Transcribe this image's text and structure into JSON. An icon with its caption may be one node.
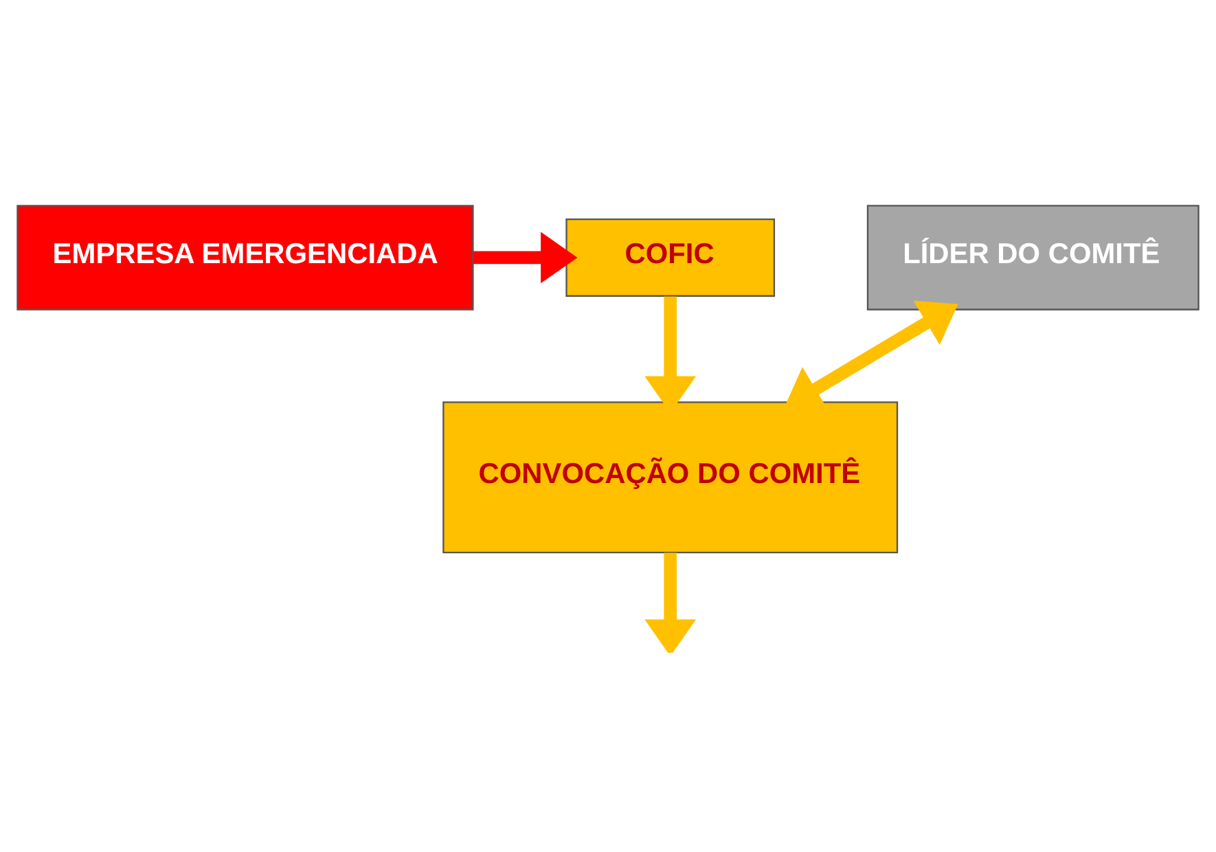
{
  "diagram": {
    "nodes": [
      {
        "text": [
          "EMPRESA EMERGENCIADA"
        ]
      },
      {
        "text": [
          "COFIC"
        ]
      },
      {
        "text": [
          "LÍDER DO COMITÊ"
        ]
      },
      {
        "text": [
          "CONVOCAÇÃO DO COMITÊ"
        ]
      }
    ],
    "edges": [
      {
        "from": 0,
        "to": 1,
        "arrow": "to",
        "color": "#ff0000"
      },
      {
        "from": 1,
        "to": 3,
        "arrow": "to"
      },
      {
        "from": 3,
        "to": 2,
        "arrow": "both"
      },
      {
        "from": 3,
        "to": null,
        "arrow": "to"
      }
    ]
  }
}
